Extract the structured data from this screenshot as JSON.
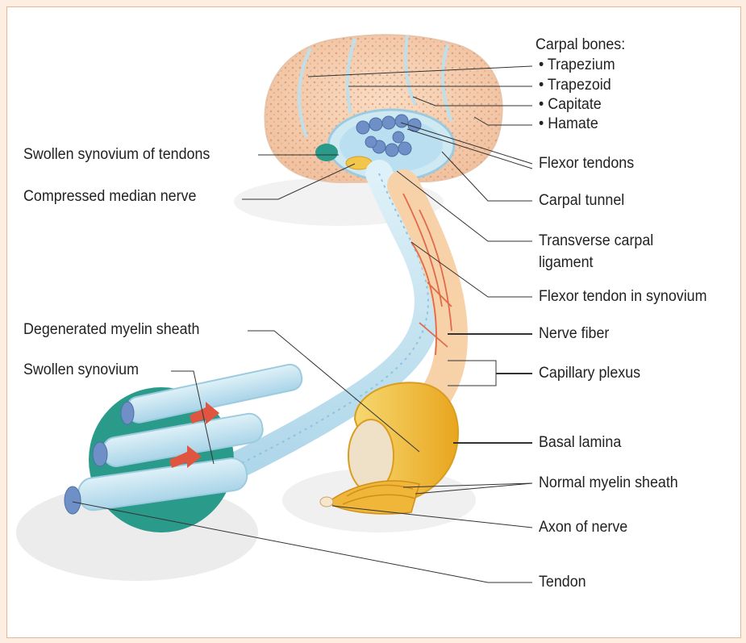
{
  "diagram": {
    "carpal_bones": {
      "heading": "Carpal bones:",
      "items": [
        "• Trapezium",
        "• Trapezoid",
        "• Capitate",
        "• Hamate"
      ]
    },
    "right_labels": {
      "flexor_tendons": "Flexor tendons",
      "carpal_tunnel": "Carpal tunnel",
      "transverse_line1": "Transverse carpal",
      "transverse_line2": "ligament",
      "flexor_tendon_synovium": "Flexor tendon in synovium",
      "nerve_fiber": "Nerve fiber",
      "capillary_plexus": "Capillary plexus",
      "basal_lamina": "Basal lamina",
      "normal_myelin": "Normal myelin sheath",
      "axon": "Axon of nerve",
      "tendon": "Tendon"
    },
    "left_labels": {
      "swollen_synovium_tendons": "Swollen synovium of tendons",
      "compressed_median_nerve": "Compressed median nerve",
      "degenerated_myelin": "Degenerated myelin sheath",
      "swollen_synovium": "Swollen synovium"
    },
    "colors": {
      "background": "#fdeee2",
      "bone": "#f7d2b5",
      "bone_dots": "#d9906a",
      "synovium": "#bfe2ef",
      "tendon": "#6f8fc7",
      "nerve": "#f1c64a",
      "teal": "#2a9a8a",
      "capillary": "#e06a4a"
    }
  }
}
